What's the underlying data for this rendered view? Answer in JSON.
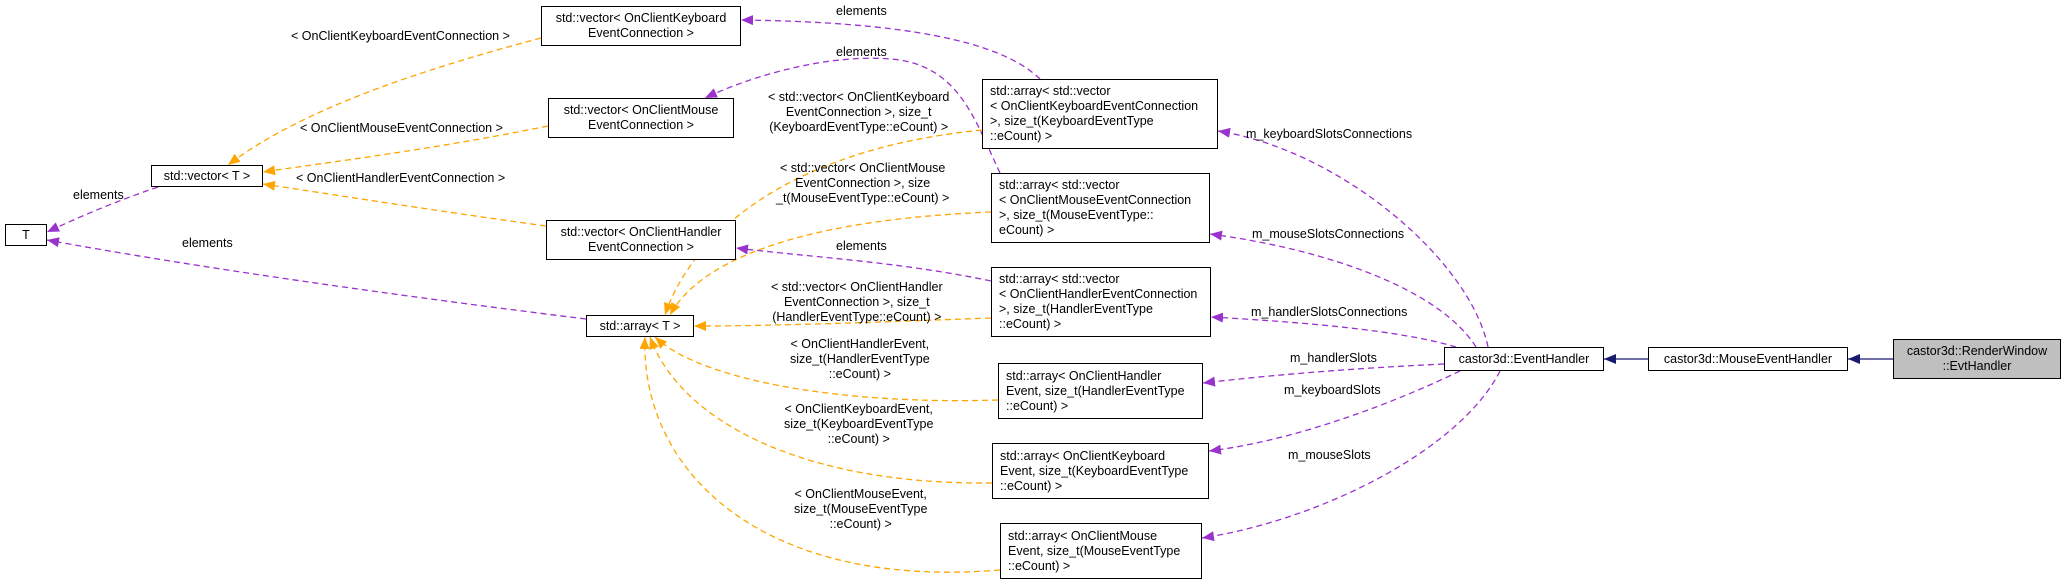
{
  "colors": {
    "inherit": "#191970",
    "usage": "#9a32cd",
    "template": "#ffa500",
    "focus_fill": "#bfbfbf"
  },
  "nodes": {
    "evthandler": [
      "castor3d::RenderWindow",
      "::EvtHandler"
    ],
    "mouse_event_handler": [
      "castor3d::MouseEventHandler"
    ],
    "event_handler": [
      "castor3d::EventHandler"
    ],
    "arr_kb_conn": [
      "std::array< std::vector",
      "< OnClientKeyboardEventConnection",
      ">, size_t(KeyboardEventType",
      "::eCount) >"
    ],
    "arr_mouse_conn": [
      "std::array< std::vector",
      "< OnClientMouseEventConnection",
      ">, size_t(MouseEventType::",
      "eCount) >"
    ],
    "arr_handler_conn": [
      "std::array< std::vector",
      "< OnClientHandlerEventConnection",
      ">, size_t(HandlerEventType",
      "::eCount) >"
    ],
    "arr_handler_slots": [
      "std::array< OnClientHandler",
      "Event, size_t(HandlerEventType",
      "::eCount) >"
    ],
    "arr_kb_slots": [
      "std::array< OnClientKeyboard",
      "Event, size_t(KeyboardEventType",
      "::eCount) >"
    ],
    "arr_mouse_slots": [
      "std::array< OnClientMouse",
      "Event, size_t(MouseEventType",
      "::eCount) >"
    ],
    "vec_kb_conn": [
      "std::vector< OnClientKeyboard",
      "EventConnection >"
    ],
    "vec_mouse_conn": [
      "std::vector< OnClientMouse",
      "EventConnection >"
    ],
    "vec_handler_conn": [
      "std::vector< OnClientHandler",
      "EventConnection >"
    ],
    "vec_t": [
      "std::vector< T >"
    ],
    "arr_t": [
      "std::array< T >"
    ],
    "t": [
      "T"
    ]
  },
  "edge_labels": {
    "m_keyboard_slots_connections": [
      "m_keyboardSlotsConnections"
    ],
    "m_mouse_slots_connections": [
      "m_mouseSlotsConnections"
    ],
    "m_handler_slots_connections": [
      "m_handlerSlotsConnections"
    ],
    "m_handler_slots": [
      "m_handlerSlots"
    ],
    "m_keyboard_slots": [
      "m_keyboardSlots"
    ],
    "m_mouse_slots": [
      "m_mouseSlots"
    ],
    "elements_kb": [
      "elements"
    ],
    "elements_mouse": [
      "elements"
    ],
    "elements_handler": [
      "elements"
    ],
    "elements_vec_t": [
      "elements"
    ],
    "elements_arr_t": [
      "elements"
    ],
    "tpl_vec_kb": [
      "< OnClientKeyboardEventConnection >"
    ],
    "tpl_vec_mouse": [
      "< OnClientMouseEventConnection >"
    ],
    "tpl_vec_handler": [
      "< OnClientHandlerEventConnection >"
    ],
    "tpl_arr_kb_conn": [
      "< std::vector< OnClientKeyboard",
      "EventConnection >, size_t",
      "(KeyboardEventType::eCount) >"
    ],
    "tpl_arr_mouse_conn": [
      "< std::vector< OnClientMouse",
      "EventConnection >, size",
      "_t(MouseEventType::eCount) >"
    ],
    "tpl_arr_handler_conn": [
      "< std::vector< OnClientHandler",
      "EventConnection >, size_t",
      "(HandlerEventType::eCount) >"
    ],
    "tpl_arr_handler_slots": [
      "< OnClientHandlerEvent,",
      "size_t(HandlerEventType",
      "::eCount) >"
    ],
    "tpl_arr_kb_slots": [
      "< OnClientKeyboardEvent,",
      "size_t(KeyboardEventType",
      "::eCount) >"
    ],
    "tpl_arr_mouse_slots": [
      "< OnClientMouseEvent,",
      "size_t(MouseEventType",
      "::eCount) >"
    ]
  }
}
